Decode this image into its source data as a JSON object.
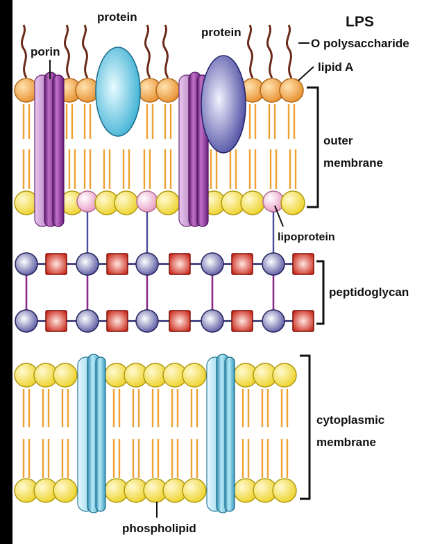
{
  "labels": {
    "lps": "LPS",
    "o_polysaccharide": "O polysaccharide",
    "lipid_a": "lipid A",
    "outer_membrane_line1": "outer",
    "outer_membrane_line2": "membrane",
    "porin": "porin",
    "protein_left": "protein",
    "protein_right": "protein",
    "lipoprotein": "lipoprotein",
    "peptidoglycan": "peptidoglycan",
    "cytoplasmic_membrane_line1": "cytoplasmic",
    "cytoplasmic_membrane_line2": "membrane",
    "phospholipid": "phospholipid"
  },
  "colors": {
    "background": "#ffffff",
    "left_border": "#000000",
    "lps_head": "#f0a34a",
    "phospholipid_head": "#f6e23a",
    "lipoprotein_head": "#f2b6d6",
    "lipid_tail": "#f0a030",
    "o_chain": "#6b2a1a",
    "porin": "#7a2a8a",
    "protein_left": "#43b5d6",
    "protein_right": "#4a4aa8",
    "channel_protein": "#5bb8d8",
    "sugar_node": "#5a5aaa",
    "peptide_square": "#d42a1a",
    "glycan_link": "#222266",
    "peptide_crosslink": "#8a2a8a",
    "lipoprotein_link": "#4a4a9a"
  }
}
